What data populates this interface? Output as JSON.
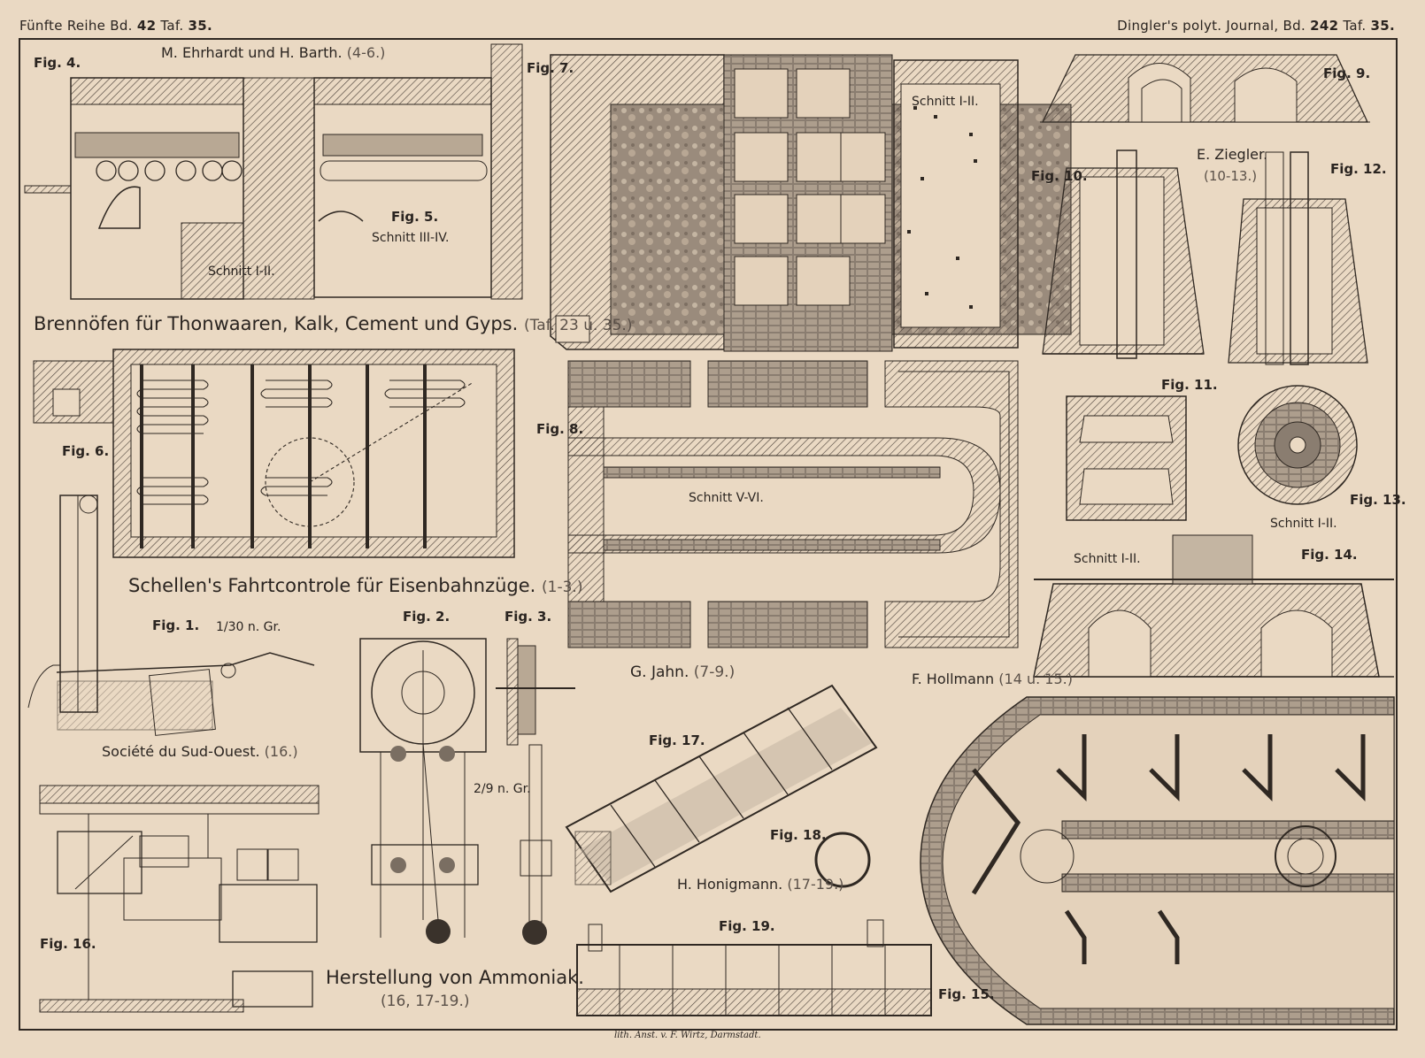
{
  "header": {
    "left_prefix": "Fünfte Reihe Bd.",
    "left_vol": "42",
    "left_taf": "Taf.",
    "left_taf_num": "35.",
    "right_prefix": "Dingler's polyt. Journal, Bd.",
    "right_vol": "242",
    "right_taf": "Taf.",
    "right_taf_num": "35."
  },
  "sections": {
    "ehrhardt": "M. Ehrhardt und H. Barth.",
    "ehrhardt_ref": "(4-6.)",
    "brennoefen": "Brennöfen für Thonwaaren, Kalk, Cement und Gyps.",
    "brennoefen_ref": "(Taf. 23 u. 35.)",
    "schellen": "Schellen's Fahrtcontrole für Eisenbahnzüge.",
    "schellen_ref": "(1-3.)",
    "societe": "Société du Sud-Ouest.",
    "societe_ref": "(16.)",
    "ammoniak": "Herstellung von Ammoniak.",
    "ammoniak_ref": "(16, 17-19.)",
    "jahn": "G. Jahn.",
    "jahn_ref": "(7-9.)",
    "ziegler": "E. Ziegler.",
    "ziegler_ref": "(10-13.)",
    "hollmann": "F. Hollmann",
    "hollmann_ref": "(14 u. 15.)",
    "honigmann": "H. Honigmann.",
    "honigmann_ref": "(17-19.)"
  },
  "figures": {
    "fig1": "Fig. 1.",
    "fig1_scale": "1/30 n. Gr.",
    "fig2": "Fig. 2.",
    "fig3": "Fig. 3.",
    "fig3_scale": "2/9 n. Gr.",
    "fig4": "Fig. 4.",
    "fig5": "Fig. 5.",
    "fig6": "Fig. 6.",
    "fig7": "Fig. 7.",
    "fig8": "Fig. 8.",
    "fig9": "Fig. 9.",
    "fig10": "Fig. 10.",
    "fig11": "Fig. 11.",
    "fig12": "Fig. 12.",
    "fig13": "Fig. 13.",
    "fig14": "Fig. 14.",
    "fig15": "Fig. 15.",
    "fig16": "Fig. 16.",
    "fig17": "Fig. 17.",
    "fig18": "Fig. 18.",
    "fig19": "Fig. 19."
  },
  "schnitte": {
    "s4": "Schnitt I-II.",
    "s5": "Schnitt III-IV.",
    "s7": "Schnitt I-II.",
    "s8": "Schnitt V-VI.",
    "s11": "Schnitt I-II.",
    "s13": "Schnitt I-II."
  },
  "footer": "lith. Anst. v. F. Wirtz, Darmstadt."
}
